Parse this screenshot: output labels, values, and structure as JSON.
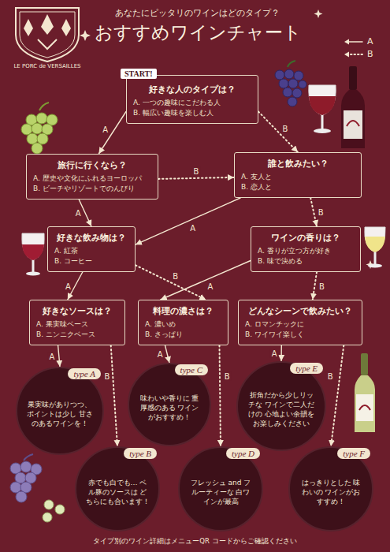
{
  "diagram": {
    "title": "おすすめワインチャート",
    "nodes": [
      {
        "text": [
          "START!",
          "好きな人のタイプは？",
          "A. 一つの趣味にこだわる人",
          "B. 幅広い趣味を楽しむ人"
        ]
      },
      {
        "text": [
          "旅行に行くなら？",
          "A. 歴史や文化にふれるヨーロッパ",
          "B. ビーチやリゾートでのんびり"
        ]
      },
      {
        "text": [
          "誰と飲みたい？",
          "A. 友人と",
          "B. 恋人と"
        ]
      },
      {
        "text": [
          "好きな飲み物は？",
          "A. 紅茶",
          "B. コーヒー"
        ]
      },
      {
        "text": [
          "ワインの香りは？",
          "A. 香りが立つ方が好き",
          "B. 味で決める"
        ]
      },
      {
        "text": [
          "好きなソースは？",
          "A. 果実味ベース",
          "B. ニンニクベース"
        ]
      },
      {
        "text": [
          "料理の濃さは？",
          "A. 濃いめ",
          "B. さっぱり"
        ]
      },
      {
        "text": [
          "どんなシーンで飲みたい？",
          "A. ロマンチックに",
          "B. ワイワイ楽しく"
        ]
      },
      {
        "text": [
          "type A",
          "果実味がありつつ、 ポイントは少し 甘さのあるワインを！"
        ]
      },
      {
        "text": [
          "type C",
          "味わいや香りに 重厚感のある ワインがおすすめ！"
        ]
      },
      {
        "text": [
          "type E",
          "折角だから少しリッチな ワインで二人だけの 心地よい余韻を お楽しみください"
        ]
      },
      {
        "text": [
          "type B",
          "赤でも白でも… ベル豚のソースは どちらにも合います！"
        ]
      },
      {
        "text": [
          "type D",
          "フレッシュ and フルーティーな 白ワインが最高"
        ]
      },
      {
        "text": [
          "type F",
          "はっきりとした 味わいの ワインがおすすめ！"
        ]
      }
    ],
    "edges": [
      {
        "from": 0,
        "to": 1,
        "label": "A",
        "arrow": "to"
      },
      {
        "from": 0,
        "to": 2,
        "label": "B",
        "arrow": "to"
      },
      {
        "from": 1,
        "to": 3,
        "label": "A",
        "arrow": "to"
      },
      {
        "from": 1,
        "to": 2,
        "label": "B",
        "arrow": "to"
      },
      {
        "from": 2,
        "to": 3,
        "label": "A",
        "arrow": "to"
      },
      {
        "from": 2,
        "to": 4,
        "label": "B",
        "arrow": "to"
      },
      {
        "from": 3,
        "to": 5,
        "label": "A",
        "arrow": "to"
      },
      {
        "from": 3,
        "to": 6,
        "label": "B",
        "arrow": "to"
      },
      {
        "from": 4,
        "to": 6,
        "label": "A",
        "arrow": "to"
      },
      {
        "from": 4,
        "to": 7,
        "label": "B",
        "arrow": "to"
      },
      {
        "from": 5,
        "to": 8,
        "label": "A",
        "arrow": "to"
      },
      {
        "from": 5,
        "to": 11,
        "label": "B",
        "arrow": "to"
      },
      {
        "from": 6,
        "to": 9,
        "label": "A",
        "arrow": "to"
      },
      {
        "from": 6,
        "to": 12,
        "label": "B",
        "arrow": "to"
      },
      {
        "from": 7,
        "to": 10,
        "label": "A",
        "arrow": "to"
      },
      {
        "from": 7,
        "to": 13,
        "label": "B",
        "arrow": "to"
      }
    ],
    "labels": [
      "あなたにピッタリのワインはどのタイプ？",
      "LE PORC de VERSAILLES",
      "タイプ別のワイン詳細はメニューQR コードからご確認ください"
    ],
    "legend": [
      {
        "text": "A"
      },
      {
        "text": "B"
      }
    ]
  }
}
